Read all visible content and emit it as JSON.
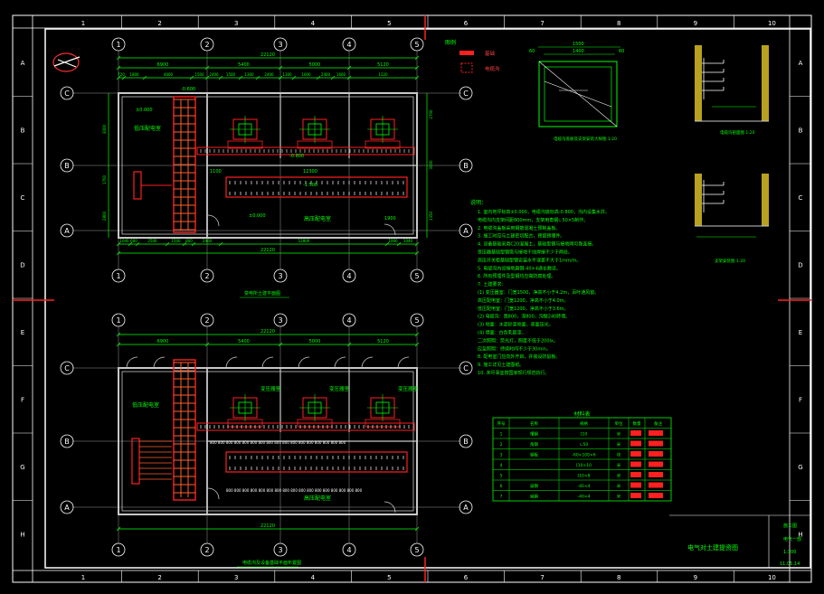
{
  "colors": {
    "frame": "#ffffff",
    "dim": "#00ff00",
    "axis": "#ffffff",
    "wall": "#c8c8c8",
    "equip": "#ff2020",
    "cable": "#ffffff",
    "note": "#00ff00",
    "highlight": "#ff4040"
  },
  "border": {
    "top_numbers": [
      "1",
      "2",
      "3",
      "4",
      "5",
      "6",
      "7",
      "8",
      "9",
      "10"
    ],
    "side_letters": [
      "A",
      "B",
      "C",
      "D",
      "E",
      "F",
      "G",
      "H"
    ]
  },
  "axes": {
    "numbers": [
      "1",
      "2",
      "3",
      "4",
      "5"
    ],
    "letters": [
      "C",
      "B",
      "A"
    ]
  },
  "plan1": {
    "title": "变电所土建平面图",
    "overall_top": "22120",
    "overall_bottom": "22120",
    "top_dims": [
      "6900",
      "5400",
      "5000",
      "5120"
    ],
    "second_dims": [
      "720",
      "1800",
      "4000",
      "1500",
      "2400",
      "1500",
      "1300",
      "2400",
      "1300",
      "1600",
      "2400",
      "1600",
      "1220"
    ],
    "bottom_dims": [
      "1040",
      "600",
      "2540",
      "1500",
      "800",
      "2400",
      "12800",
      "1000",
      "1040"
    ],
    "left_dims": [
      "3000",
      "1700",
      "2800"
    ],
    "right_dims": [
      "2700",
      "3000",
      "1350"
    ],
    "room_low": "低压配电室",
    "room_high": "高压配电室",
    "elev": [
      "±0.000",
      "-0.600",
      "-0.800",
      "-1.500",
      "-1.000"
    ],
    "width_labels": [
      "12300",
      "1100",
      "1900"
    ]
  },
  "plan2": {
    "title": "电缆沟及设备基础平面布置图",
    "overall_top": "22120",
    "overall_bottom": "22120",
    "top_dims": [
      "6900",
      "5400",
      "5000",
      "5120"
    ],
    "room_low": "低压配电室",
    "room_high": "高压配电室",
    "trans_label": "变压器室",
    "row_dims": "800 800 800 800 800 800 800 800 800 800 800 800 800 800 800 800 800"
  },
  "legend": {
    "title": "图例",
    "items": [
      "基础",
      "电缆沟"
    ]
  },
  "sections": {
    "title1": "电缆沟盖板及支架安装大样图 1:20",
    "title2": "电缆沟剖面图 1:20",
    "title3": "支架安装图 1:20",
    "dim_top": "1500",
    "dim_inner": "1400",
    "d1": "60",
    "d2": "60"
  },
  "notes": {
    "heading": "说明：",
    "lines": [
      "1. 室内地坪标高±0.000，电缆沟底标高-0.800，沟内设集水井。",
      "   电缆沟内支架间距800mm，支架用角钢∟50×5制作。",
      "2. 电缆沟盖板采用钢筋混凝土预制盖板。",
      "3. 施工时应与土建密切配合，预留预埋件。",
      "4. 设备基础采用C20混凝土，基础型钢与接地网可靠连接。",
      "   变压器基础型钢需与接地干线焊接不少于两处。",
      "   高压开关柜基础型钢安装水平误差不大于1mm/m。",
      "5. 电缆沟内设接地扁钢-40×4通长敷设。",
      "6. 所有预埋件及型钢均应做防腐处理。",
      "7. 土建要求：",
      "   (1) 变压器室：门宽1500，净高不小于4.2m，百叶通风窗。",
      "       高压配电室：门宽1200，净高不小于4.0m。",
      "       低压配电室：门宽1200，净高不小于3.6m。",
      "   (2) 电缆沟：宽800，深800，沟壁240砖墙。",
      "   (3) 地面：水泥砂浆地面，表面压光。",
      "   (4) 墙面：白色乳胶漆。",
      "   二次照明：荧光灯，照度不低于200lx。",
      "       应急照明：持续时间不少于30min。",
      "8. 配电室门应向外开启，并装设防鼠板。",
      "9. 施工详见土建图纸。",
      "10. 未尽事宜按国家现行规范执行。"
    ]
  },
  "table": {
    "title": "材料表",
    "headers": [
      "序号",
      "名称",
      "规格",
      "单位",
      "数量",
      "备注"
    ],
    "rows": [
      [
        "1",
        "槽钢",
        "[10",
        "米",
        "",
        ""
      ],
      [
        "2",
        "角钢",
        "∟50",
        "米",
        "",
        ""
      ],
      [
        "3",
        "钢板",
        "-60×100×6",
        "块",
        "",
        ""
      ],
      [
        "4",
        "",
        "[10×10",
        "米",
        "",
        ""
      ],
      [
        "5",
        "",
        "[10×8",
        "米",
        "",
        ""
      ],
      [
        "6",
        "扁钢",
        "-40×4",
        "米",
        "",
        ""
      ],
      [
        "7",
        "扁钢",
        "-40×4",
        "米",
        "",
        ""
      ]
    ]
  },
  "title_block": {
    "drawing_name": "电气对土建提资图",
    "project": "施工图",
    "stage": "电气一部",
    "scale": "1:100",
    "date": "11.05.14"
  }
}
